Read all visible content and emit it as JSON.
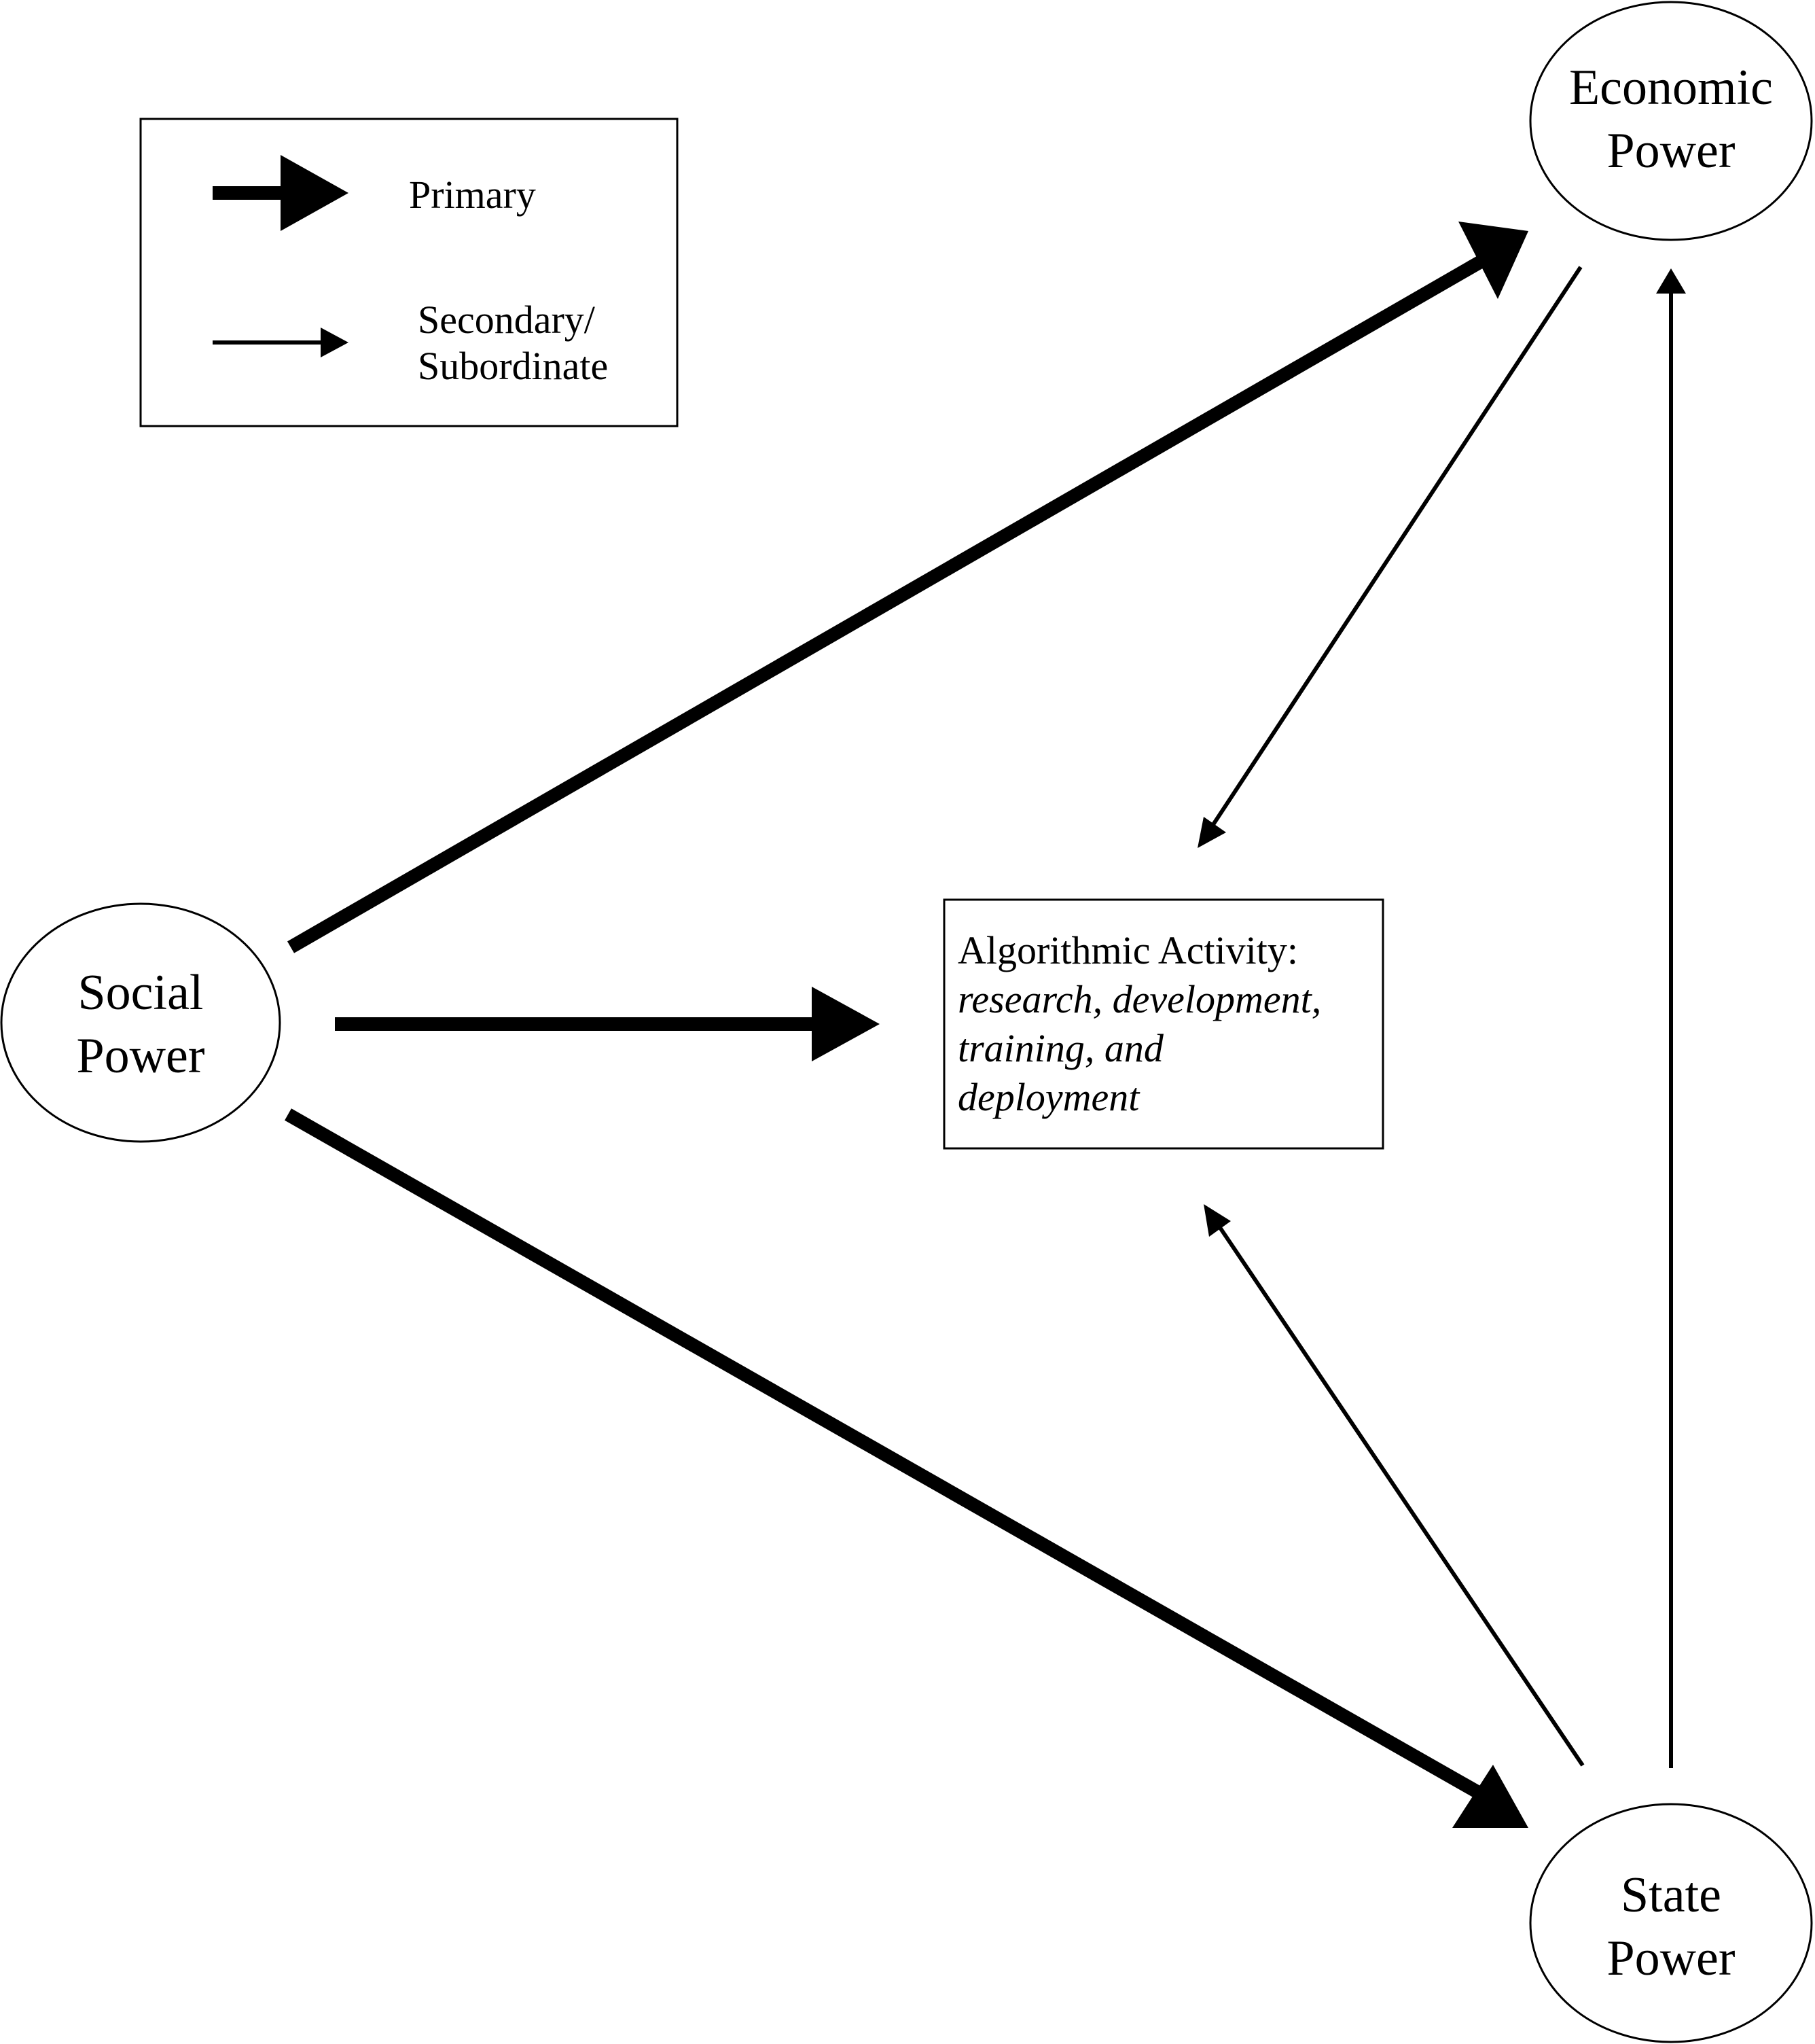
{
  "nodes": {
    "economic": {
      "line1": "Economic",
      "line2": "Power"
    },
    "social": {
      "line1": "Social",
      "line2": "Power"
    },
    "state": {
      "line1": "State",
      "line2": "Power"
    }
  },
  "activity_box": {
    "title": "Algorithmic Activity:",
    "desc_line1": "research, development,",
    "desc_line2": "training, and",
    "desc_line3": "deployment"
  },
  "legend": {
    "primary": "Primary",
    "secondary_line1": "Secondary/",
    "secondary_line2": "Subordinate"
  },
  "colors": {
    "stroke": "#000000",
    "background": "#ffffff"
  }
}
